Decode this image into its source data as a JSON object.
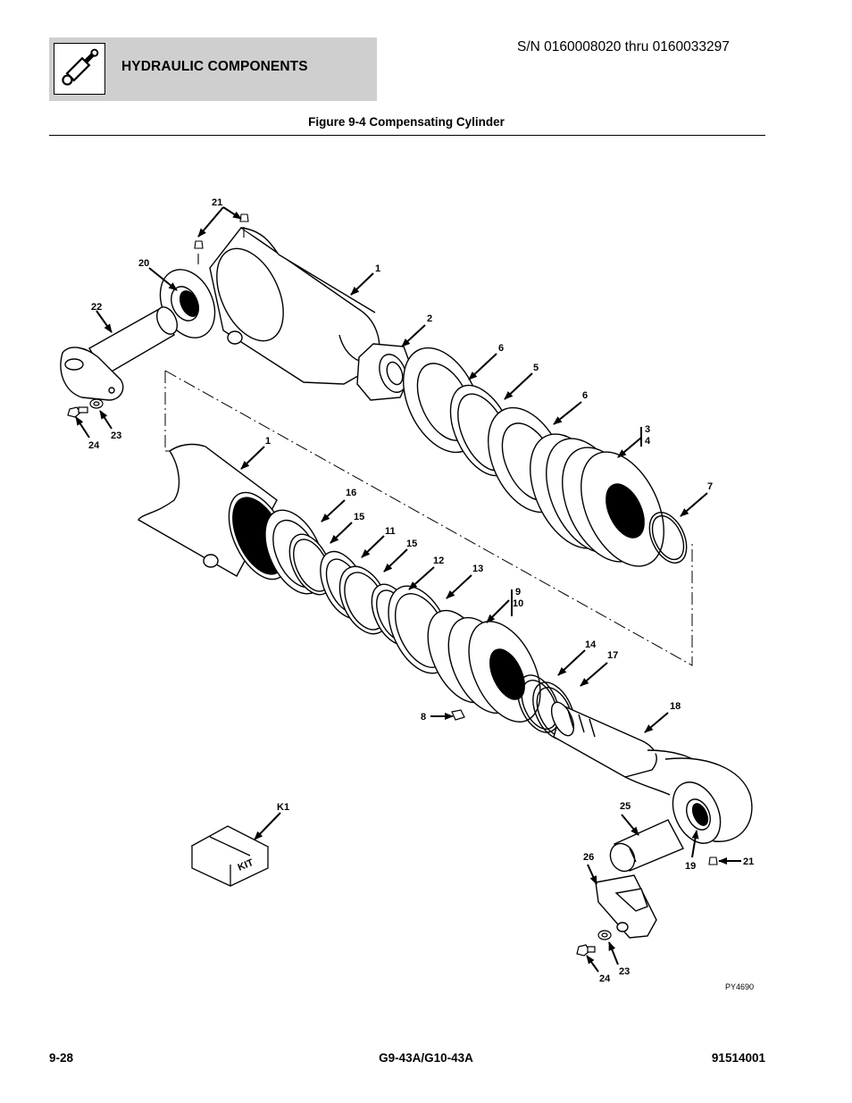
{
  "header": {
    "section_title": "HYDRAULIC COMPONENTS",
    "section_icon": "hydraulic-cylinder-icon",
    "serial_range": "S/N 0160008020 thru 0160033297"
  },
  "figure": {
    "title": "Figure 9-4 Compensating Cylinder",
    "drawing_code": "PY4690",
    "kit_label": "KIT",
    "callouts": {
      "c21a": "21",
      "c20": "20",
      "c22": "22",
      "c1a": "1",
      "c2": "2",
      "c6a": "6",
      "c5": "5",
      "c6b": "6",
      "c3": "3",
      "c4": "4",
      "c23a": "23",
      "c24a": "24",
      "c1b": "1",
      "c16": "16",
      "c15a": "15",
      "c11": "11",
      "c15b": "15",
      "c12": "12",
      "c13": "13",
      "c9": "9",
      "c10": "10",
      "c7": "7",
      "c14": "14",
      "c17": "17",
      "c8": "8",
      "c18": "18",
      "cK1": "K1",
      "c25": "25",
      "c26": "26",
      "c19": "19",
      "c21b": "21",
      "c23b": "23",
      "c24b": "24"
    }
  },
  "footer": {
    "page_number": "9-28",
    "model": "G9-43A/G10-43A",
    "manual_number": "91514001"
  }
}
